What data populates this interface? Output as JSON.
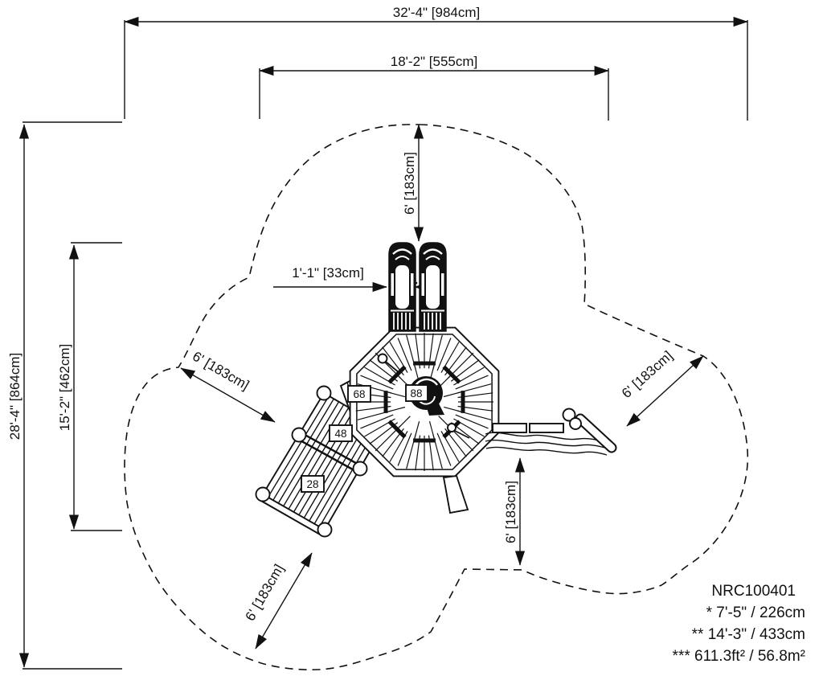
{
  "drawing": {
    "part_number": "NRC100401",
    "notes": {
      "height1": "* 7'-5\" / 226cm",
      "height2": "** 14'-3\" / 433cm",
      "area": "*** 611.3ft² / 56.8m²"
    },
    "dimensions": {
      "overall_width": "32'-4\" [984cm]",
      "structure_width": "18'-2\" [555cm]",
      "overall_depth": "28'-4\" [864cm]",
      "structure_depth": "15'-2\" [462cm]",
      "use_zone_top": "6' [183cm]",
      "use_zone_left": "6' [183cm]",
      "use_zone_right": "6' [183cm]",
      "use_zone_bottom": "6' [183cm]",
      "use_zone_bottom_left": "6' [183cm]",
      "slide_width": "1'-1\" [33cm]"
    },
    "deck_labels": {
      "deck_68": "68",
      "deck_88": "88",
      "deck_48": "48",
      "deck_28": "28"
    }
  }
}
